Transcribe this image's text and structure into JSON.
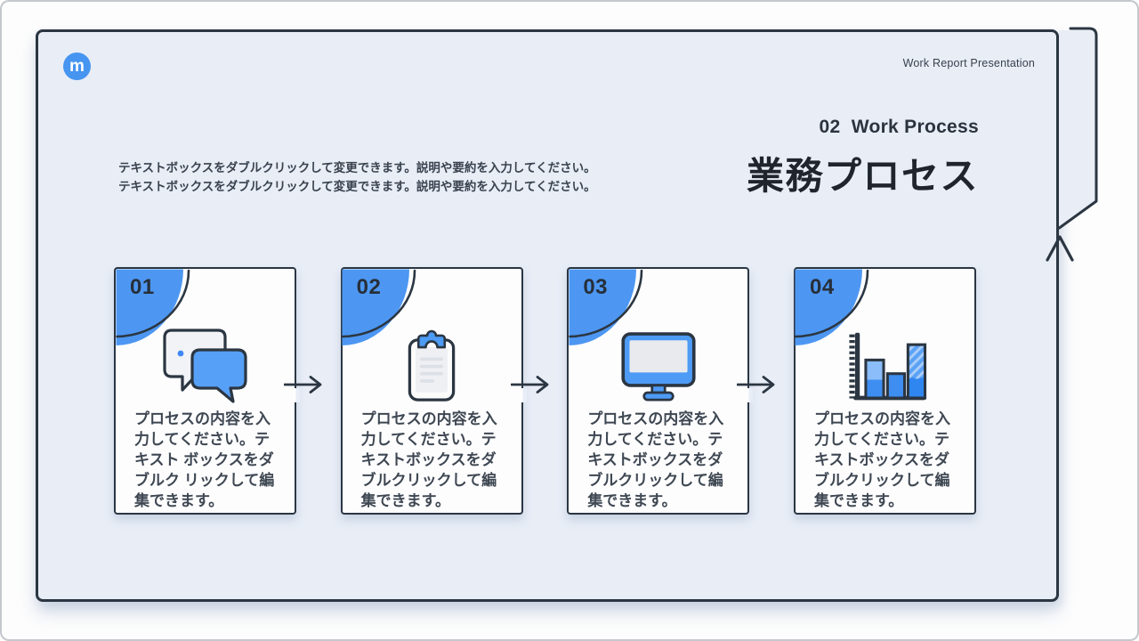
{
  "frame": {
    "background": "#fdfdfd"
  },
  "slide": {
    "background": "#e8edf6",
    "border_color": "#2b3642",
    "accent_color": "#4d97f2",
    "logo_letter": "m",
    "header_right": "Work Report Presentation",
    "section_label": "02  Work Process",
    "title": "業務プロセス",
    "description_lines": [
      "テキストボックスをダブルクリックして変更できます。説明や要約を入力してください。",
      "テキストボックスをダブルクリックして変更できます。説明や要約を入力してください。"
    ],
    "cards": [
      {
        "number": "01",
        "icon": "chat-bubbles",
        "text": "プロセスの内容を入力してください。テキスト ボックスをダブルク リックして編集できます。"
      },
      {
        "number": "02",
        "icon": "clipboard",
        "text": "プロセスの内容を入力してください。テキストボックスをダブルクリックして編集できます。"
      },
      {
        "number": "03",
        "icon": "monitor",
        "text": "プロセスの内容を入力してください。テキストボックスをダブルクリックして編集できます。"
      },
      {
        "number": "04",
        "icon": "bar-chart",
        "text": "プロセスの内容を入力してください。テキストボックスをダブルクリックして編集できます。"
      }
    ]
  }
}
